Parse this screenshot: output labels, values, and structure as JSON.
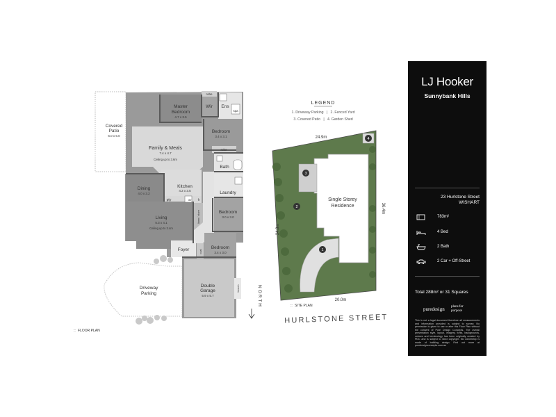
{
  "floor_plan": {
    "rooms": {
      "master": {
        "name": "Master",
        "name2": "Bedroom",
        "dims": "4.7 x 3.5"
      },
      "wir": "Wir",
      "ens": "Ens",
      "robe": "robe",
      "spa": "spa",
      "bed2": {
        "name": "Bedroom",
        "dims": "3.4 x 3.1"
      },
      "family": {
        "name": "Family & Meals",
        "dims": "7.4 x 4.7",
        "note": "Ceiling up to 3.6m"
      },
      "bath": "Bath",
      "kitchen": {
        "name": "Kitchen",
        "dims": "4.2 x 3.5"
      },
      "laundry": "Laundry",
      "dining": {
        "name": "Dining",
        "dims": "4.0 x 3.2"
      },
      "pty": "pty",
      "ov": "ov",
      "fr": "fr",
      "living": {
        "name": "Living",
        "dims": "5.3 x 4.1",
        "note": "Ceiling up to 3.4m"
      },
      "linen": "linen / store",
      "bed3": {
        "name": "Bedroom",
        "dims": "3.0 x 3.0"
      },
      "foyer": "Foyer",
      "bed4": {
        "name": "Bedroom",
        "dims": "3.4 x 3.0"
      },
      "coat": "coat",
      "garage": {
        "name": "Double",
        "name2": "Garage",
        "dims": "5.9 x 5.7"
      },
      "bench": "bench"
    },
    "patio": {
      "name": "Covered",
      "name2": "Patio",
      "dims": "6.0 x 6.0"
    },
    "driveway": {
      "name": "Driveway",
      "name2": "Parking"
    },
    "north": "NORTH",
    "label": "FLOOR PLAN"
  },
  "site_plan": {
    "legend_title": "LEGEND",
    "legend_line1": "1. Driveway Parking   |   2. Fenced Yard",
    "legend_line2": "3. Covered Patio   |   4. Garden Shed",
    "dim_top": "24.9m",
    "dim_right": "36.4m",
    "dim_left": "34.8m",
    "dim_bottom": "20.0m",
    "residence": "Single Storey",
    "residence2": "Residence",
    "markers": [
      "1",
      "2",
      "3",
      "4"
    ],
    "street": "HURLSTONE STREET",
    "label": "SITE PLAN"
  },
  "sidebar": {
    "brand": "LJ Hooker",
    "office": "Sunnybank Hills",
    "address1": "23 Hurlstone Street",
    "address2": "WISHART",
    "features": [
      {
        "icon": "land-area-icon",
        "label": "783m²"
      },
      {
        "icon": "bed-icon",
        "label": "4 Bed"
      },
      {
        "icon": "bath-icon",
        "label": "2 Bath"
      },
      {
        "icon": "car-icon",
        "label": "2 Car + Off-Street"
      }
    ],
    "total": "Total 288m² or 31 Squares",
    "logo1": "puredesign",
    "logo2": "plans for",
    "logo3": "purpose",
    "disclaimer": "This is not a legal document therefore all measurements and information provided is subject to survey. No permission is given to use or alter this Floor Plan without the consent of Pure Design Concepts. The overall presentation style, layout, imagery, fonts, backgrounds, colours and terminology has been originally created by PDC and is subject to strict copyright. No ownership is made of building design. Find out more at puredesignconcepts.com.au"
  },
  "colors": {
    "sidebar_bg": "#0d0d0d",
    "wall": "#5a5a5a",
    "room_dark": "#8c8c8c",
    "room_mid": "#a9a9a9",
    "room_light": "#d4d4d4",
    "grass": "#5e7a4c",
    "text": "#333333"
  }
}
